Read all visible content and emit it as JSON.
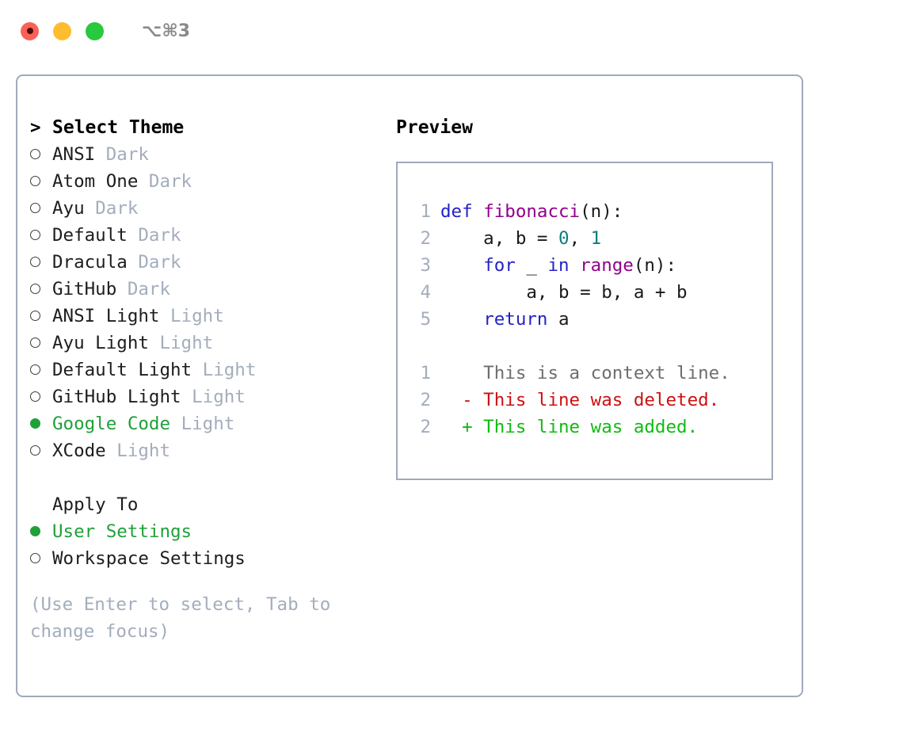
{
  "titlebar": {
    "lights": [
      {
        "name": "close",
        "color": "#FB6058",
        "recording": true
      },
      {
        "name": "minimize",
        "color": "#FDBD2E",
        "recording": false
      },
      {
        "name": "maximize",
        "color": "#28C83F",
        "recording": false
      }
    ],
    "shortcut": "⌥⌘3"
  },
  "theme_picker": {
    "header_marker": ">",
    "header": "Select Theme",
    "items": [
      {
        "marker": "○",
        "selected": false,
        "label": "ANSI",
        "variant": "Dark"
      },
      {
        "marker": "○",
        "selected": false,
        "label": "Atom One",
        "variant": "Dark"
      },
      {
        "marker": "○",
        "selected": false,
        "label": "Ayu",
        "variant": "Dark"
      },
      {
        "marker": "○",
        "selected": false,
        "label": "Default",
        "variant": "Dark"
      },
      {
        "marker": "○",
        "selected": false,
        "label": "Dracula",
        "variant": "Dark"
      },
      {
        "marker": "○",
        "selected": false,
        "label": "GitHub",
        "variant": "Dark"
      },
      {
        "marker": "○",
        "selected": false,
        "label": "ANSI Light",
        "variant": "Light"
      },
      {
        "marker": "○",
        "selected": false,
        "label": "Ayu Light",
        "variant": "Light"
      },
      {
        "marker": "○",
        "selected": false,
        "label": "Default Light",
        "variant": "Light"
      },
      {
        "marker": "○",
        "selected": false,
        "label": "GitHub Light",
        "variant": "Light"
      },
      {
        "marker": "●",
        "selected": true,
        "label": "Google Code",
        "variant": "Light"
      },
      {
        "marker": "○",
        "selected": false,
        "label": "XCode",
        "variant": "Light"
      }
    ]
  },
  "apply_to": {
    "header": "Apply To",
    "options": [
      {
        "marker": "●",
        "selected": true,
        "label": "User Settings"
      },
      {
        "marker": "○",
        "selected": false,
        "label": "Workspace Settings"
      }
    ]
  },
  "hint": "(Use Enter to select, Tab to\nchange focus)",
  "preview": {
    "title": "Preview",
    "code_lines": [
      {
        "no": "1",
        "tokens": [
          {
            "t": "def ",
            "c": "kw"
          },
          {
            "t": "fibonacci",
            "c": "fn"
          },
          {
            "t": "(n):",
            "c": "plain"
          }
        ]
      },
      {
        "no": "2",
        "tokens": [
          {
            "t": "    a, b = ",
            "c": "plain"
          },
          {
            "t": "0",
            "c": "num"
          },
          {
            "t": ", ",
            "c": "plain"
          },
          {
            "t": "1",
            "c": "num"
          }
        ]
      },
      {
        "no": "3",
        "tokens": [
          {
            "t": "    ",
            "c": "plain"
          },
          {
            "t": "for",
            "c": "kw"
          },
          {
            "t": " _ ",
            "c": "plain"
          },
          {
            "t": "in",
            "c": "kw"
          },
          {
            "t": " ",
            "c": "plain"
          },
          {
            "t": "range",
            "c": "fn"
          },
          {
            "t": "(n):",
            "c": "plain"
          }
        ]
      },
      {
        "no": "4",
        "tokens": [
          {
            "t": "        a, b = b, a + b",
            "c": "plain"
          }
        ]
      },
      {
        "no": "5",
        "tokens": [
          {
            "t": "    ",
            "c": "plain"
          },
          {
            "t": "return",
            "c": "kw"
          },
          {
            "t": " a",
            "c": "plain"
          }
        ]
      }
    ],
    "diff_lines": [
      {
        "no": "1",
        "sign": " ",
        "text": " This is a context line.",
        "c": "ctx"
      },
      {
        "no": "2",
        "sign": "-",
        "text": " This line was deleted.",
        "c": "del"
      },
      {
        "no": "2",
        "sign": "+",
        "text": " This line was added.",
        "c": "add"
      }
    ]
  },
  "colors": {
    "accent_green": "#1FA03A",
    "border": "#9FAABA",
    "dim_text": "#A3ADBC",
    "keyword": "#2222C7",
    "function": "#93008C",
    "number": "#0E7C7C",
    "diff_deleted": "#CC1111",
    "diff_added": "#11BB11"
  }
}
